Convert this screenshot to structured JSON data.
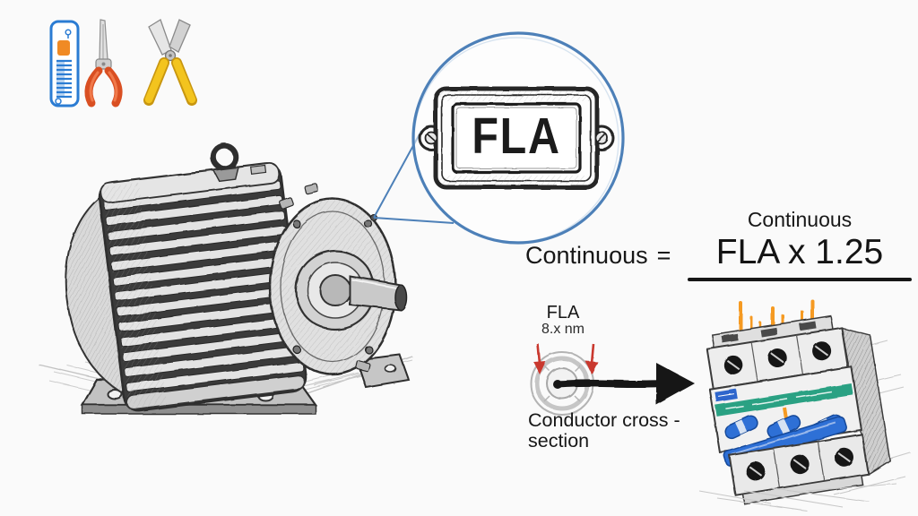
{
  "magnifier": {
    "nameplate_text": "FLA"
  },
  "formula": {
    "label_above": "Continuous",
    "lhs": "Continuous",
    "equals": "=",
    "rhs": "FLA x 1.25"
  },
  "conductor_diagram": {
    "fla_label": "FLA",
    "size_label": "8.x nm",
    "caption_line1": "Conductor cross -",
    "caption_line2": "section"
  },
  "icons": [
    {
      "name": "voltage-tester-icon"
    },
    {
      "name": "pliers-icon"
    },
    {
      "name": "wire-cutters-icon"
    },
    {
      "name": "magnifier-circle"
    },
    {
      "name": "motor-sketch"
    },
    {
      "name": "conductor-cross-section"
    },
    {
      "name": "flow-arrow"
    },
    {
      "name": "circuit-breaker-sketch"
    }
  ],
  "colors": {
    "background": "#fafafa",
    "ink": "#1c1c1c",
    "pencil_gray": "#8a8a8a",
    "magnifier_blue": "#4d80b8",
    "arrow_red": "#c9372e",
    "arrow_black": "#151515",
    "spark_orange": "#f59a23",
    "breaker_toggle_blue": "#2f6fd6",
    "breaker_band_green": "#2aa183",
    "breaker_label_blue": "#2e66cc",
    "tester_blue": "#2b7cd3",
    "tester_orange": "#f08a24",
    "pliers_orange": "#e8562e",
    "cutter_yellow": "#f2c41e"
  }
}
